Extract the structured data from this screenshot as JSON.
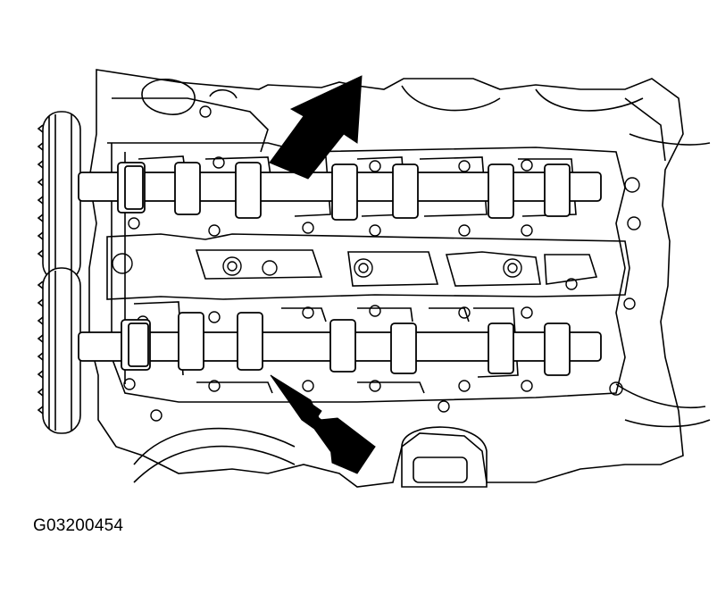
{
  "figure": {
    "code": "G03200454",
    "components": {
      "cylinder_head": "cylinder-head",
      "camshafts": [
        "upper-camshaft",
        "lower-camshaft"
      ],
      "sprockets": [
        "upper-sprocket",
        "lower-sprocket"
      ],
      "arrows": [
        "upper-arrow",
        "lower-arrow"
      ]
    },
    "colors": {
      "line": "#000000",
      "fill": "#ffffff"
    }
  }
}
